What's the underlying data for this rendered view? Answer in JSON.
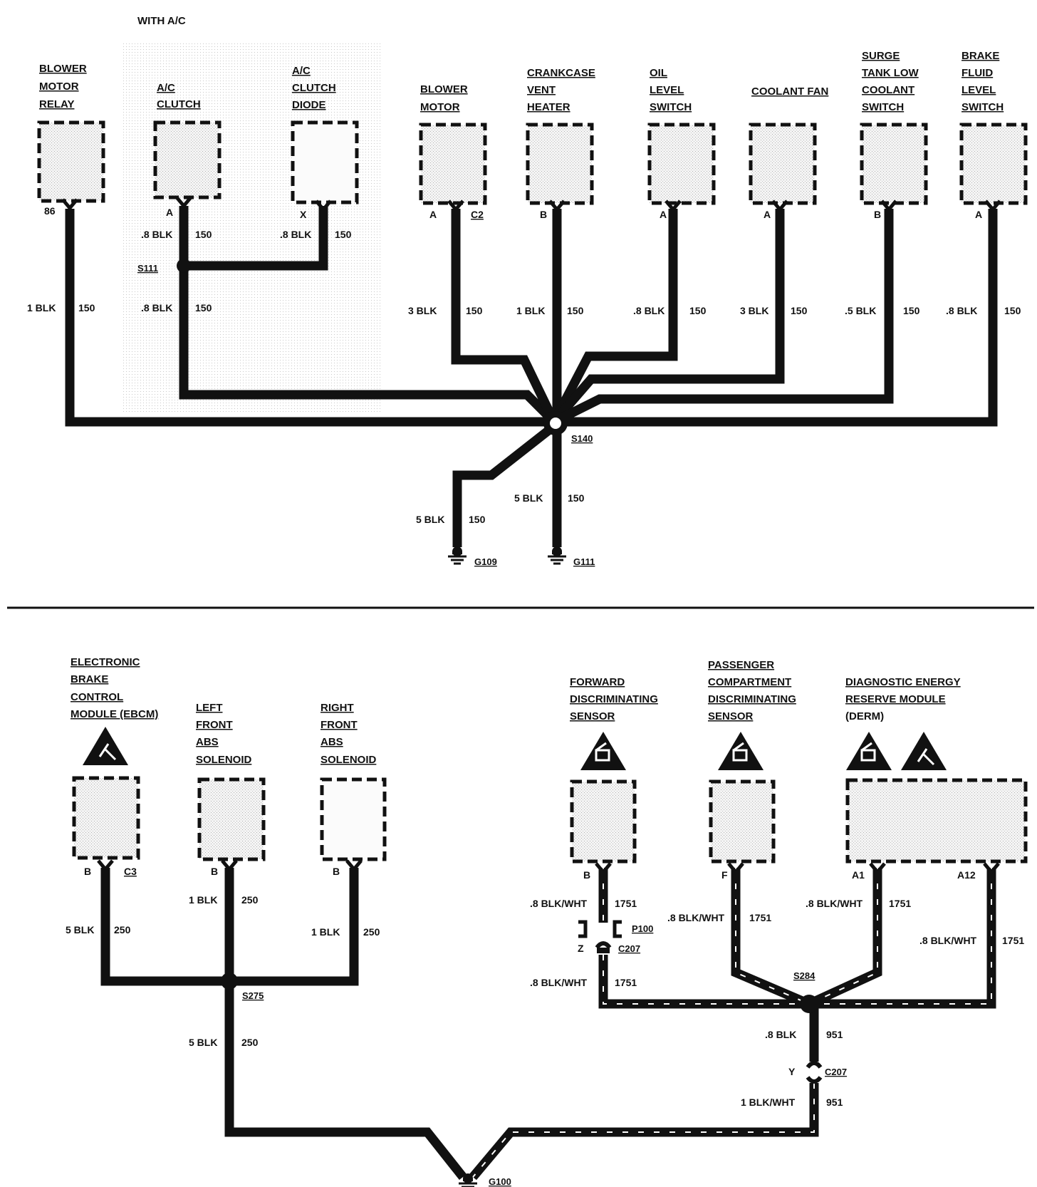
{
  "top": {
    "ac_region_label": "WITH A/C",
    "components": {
      "blower_motor_relay": [
        "BLOWER",
        "MOTOR",
        "RELAY"
      ],
      "ac_clutch": [
        "A/C",
        "CLUTCH"
      ],
      "ac_clutch_diode": [
        "A/C",
        "CLUTCH",
        "DIODE"
      ],
      "blower_motor": [
        "BLOWER",
        "MOTOR"
      ],
      "crankcase_vent_heater": [
        "CRANKCASE",
        "VENT",
        "HEATER"
      ],
      "oil_level_switch": [
        "OIL",
        "LEVEL",
        "SWITCH"
      ],
      "coolant_fan": [
        "COOLANT FAN"
      ],
      "surge_tank_switch": [
        "SURGE",
        "TANK LOW",
        "COOLANT",
        "SWITCH"
      ],
      "brake_fluid_switch": [
        "BRAKE",
        "FLUID",
        "LEVEL",
        "SWITCH"
      ]
    },
    "pins": {
      "relay": "86",
      "ac_clutch": "A",
      "diode": "X",
      "blower_a": "A",
      "blower_c2": "C2",
      "crankcase": "B",
      "oil": "A",
      "coolant": "A",
      "surge": "B",
      "brake": "A"
    },
    "wires": {
      "relay": {
        "size": "1 BLK",
        "circuit": "150"
      },
      "clutch_upper": {
        "size": ".8 BLK",
        "circuit": "150"
      },
      "diode": {
        "size": ".8 BLK",
        "circuit": "150"
      },
      "clutch_lower": {
        "size": ".8 BLK",
        "circuit": "150"
      },
      "blower": {
        "size": "3 BLK",
        "circuit": "150"
      },
      "crankcase": {
        "size": "1 BLK",
        "circuit": "150"
      },
      "oil": {
        "size": ".8 BLK",
        "circuit": "150"
      },
      "coolant": {
        "size": "3 BLK",
        "circuit": "150"
      },
      "surge": {
        "size": ".5 BLK",
        "circuit": "150"
      },
      "brake": {
        "size": ".8 BLK",
        "circuit": "150"
      },
      "g111": {
        "size": "5 BLK",
        "circuit": "150"
      },
      "g109": {
        "size": "5 BLK",
        "circuit": "150"
      }
    },
    "splices": {
      "s111": "S111",
      "s140": "S140"
    },
    "grounds": {
      "g109": "G109",
      "g111": "G111"
    }
  },
  "bottom": {
    "components": {
      "ebcm": [
        "ELECTRONIC",
        "BRAKE",
        "CONTROL",
        "MODULE (EBCM)"
      ],
      "left_abs": [
        "LEFT",
        "FRONT",
        "ABS",
        "SOLENOID"
      ],
      "right_abs": [
        "RIGHT",
        "FRONT",
        "ABS",
        "SOLENOID"
      ],
      "forward_sensor": [
        "FORWARD",
        "DISCRIMINATING",
        "SENSOR"
      ],
      "passenger_sensor": [
        "PASSENGER",
        "COMPARTMENT",
        "DISCRIMINATING",
        "SENSOR"
      ],
      "derm": [
        "DIAGNOSTIC ENERGY",
        "RESERVE MODULE",
        "(DERM)"
      ]
    },
    "pins": {
      "ebcm_b": "B",
      "ebcm_c3": "C3",
      "left_abs": "B",
      "right_abs": "B",
      "forward": "B",
      "passenger": "F",
      "derm_a1": "A1",
      "derm_a12": "A12",
      "c207_z": "Z",
      "c207_y": "Y"
    },
    "wires": {
      "ebcm": {
        "size": "5 BLK",
        "circuit": "250"
      },
      "left_abs": {
        "size": "1 BLK",
        "circuit": "250"
      },
      "right_abs": {
        "size": "1 BLK",
        "circuit": "250"
      },
      "s275_ground": {
        "size": "5 BLK",
        "circuit": "250"
      },
      "forward_upper": {
        "size": ".8 BLK/WHT",
        "circuit": "1751"
      },
      "forward_lower": {
        "size": ".8 BLK/WHT",
        "circuit": "1751"
      },
      "passenger": {
        "size": ".8 BLK/WHT",
        "circuit": "1751"
      },
      "derm_a1": {
        "size": ".8 BLK/WHT",
        "circuit": "1751"
      },
      "derm_a12": {
        "size": ".8 BLK/WHT",
        "circuit": "1751"
      },
      "s284_upper": {
        "size": ".8 BLK",
        "circuit": "951"
      },
      "s284_lower": {
        "size": "1 BLK/WHT",
        "circuit": "951"
      }
    },
    "connectors": {
      "p100": "P100",
      "c207_top": "C207",
      "c207_bottom": "C207"
    },
    "splices": {
      "s275": "S275",
      "s284": "S284"
    },
    "grounds": {
      "g100": "G100"
    }
  }
}
